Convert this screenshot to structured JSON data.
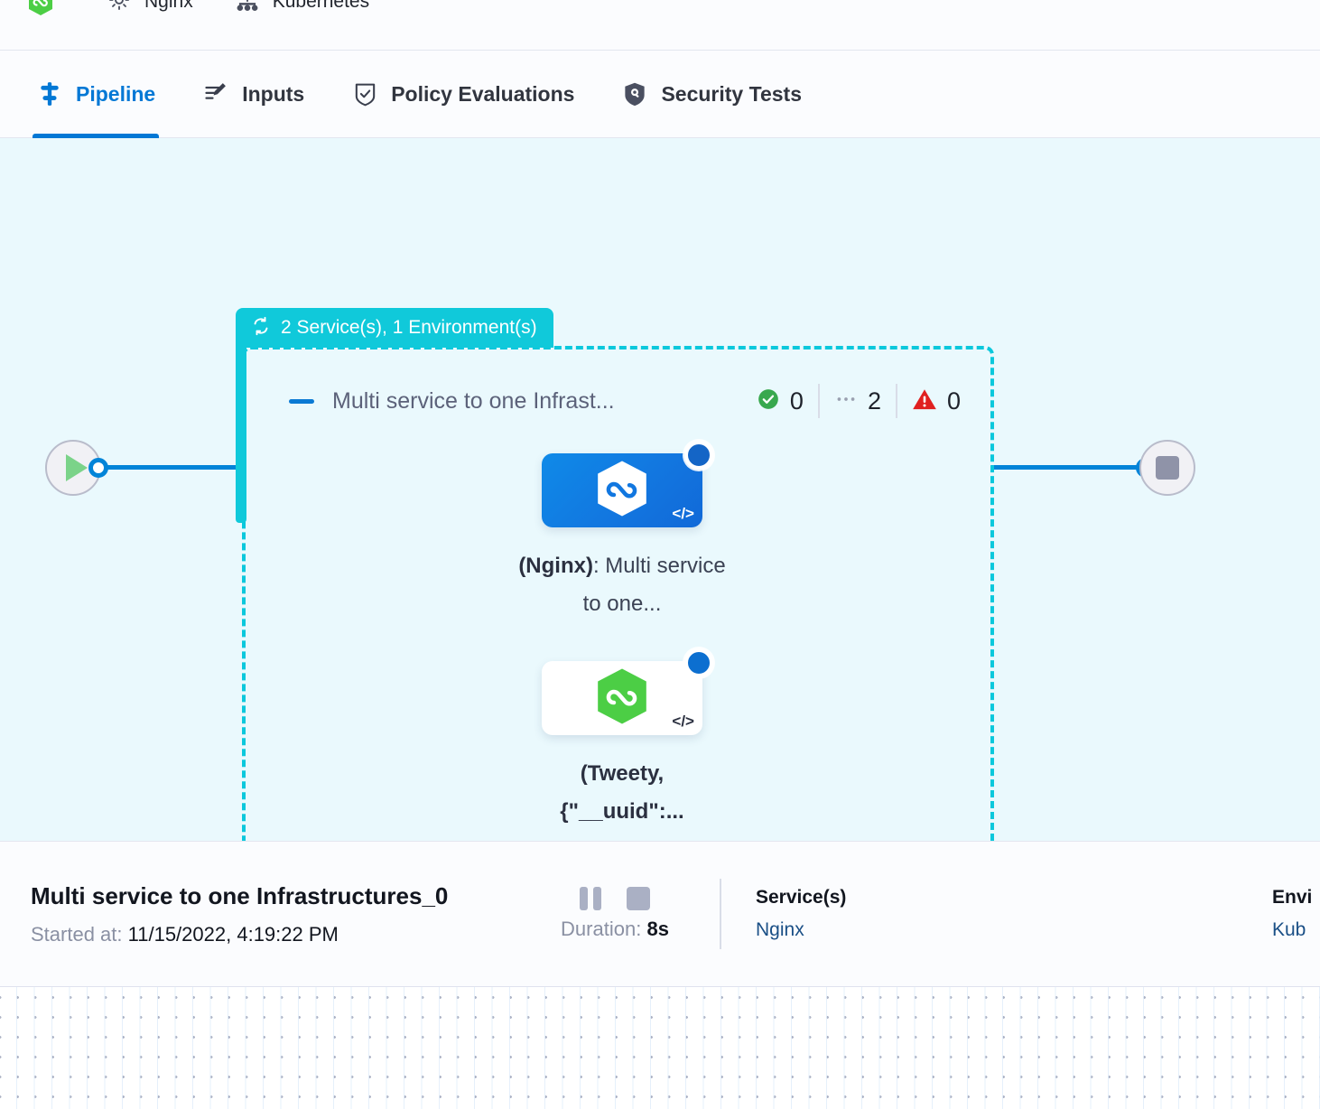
{
  "breadcrumb": {
    "items": [
      {
        "label": "",
        "icon": "harness-hexagon-logo"
      },
      {
        "label": "Nginx",
        "icon": "gear-icon"
      },
      {
        "label": "Kubernetes",
        "icon": "kubernetes-icon"
      }
    ]
  },
  "tabs": [
    {
      "id": "pipeline",
      "label": "Pipeline",
      "icon": "pipeline-icon",
      "active": true
    },
    {
      "id": "inputs",
      "label": "Inputs",
      "icon": "inputs-icon",
      "active": false
    },
    {
      "id": "policy-evaluations",
      "label": "Policy Evaluations",
      "icon": "policy-shield-check-icon",
      "active": false
    },
    {
      "id": "security-tests",
      "label": "Security Tests",
      "icon": "security-shield-icon",
      "active": false
    }
  ],
  "canvas": {
    "group_badge": {
      "label": "2 Service(s), 1 Environment(s)",
      "icon": "loop-repeat-icon",
      "color": "#10c9da"
    },
    "stage": {
      "collapse_icon": "collapse-dash-icon",
      "title": "Multi service to one Infrast...",
      "stats": [
        {
          "id": "success",
          "icon": "check-circle-icon",
          "value": "0",
          "color": "#38a84e"
        },
        {
          "id": "running",
          "icon": "dots-icon",
          "value": "2",
          "color": "#9aa0b0"
        },
        {
          "id": "failed",
          "icon": "warning-triangle-icon",
          "value": "0",
          "color": "#e02020"
        }
      ]
    },
    "nodes": [
      {
        "id": "nginx-node",
        "icon": "harness-hexagon-white-icon",
        "code_icon": "code-brackets-icon",
        "status_icon": "running-spinner-icon",
        "label_bold": "(Nginx)",
        "label_rest": ": Multi service to one...",
        "style": "blue"
      },
      {
        "id": "tweety-node",
        "icon": "harness-hexagon-green-icon",
        "code_icon": "code-brackets-icon",
        "status_icon": "running-spinner-icon",
        "label_bold": "(Tweety, {\"__uuid\":...",
        "label_rest": "",
        "style": "white"
      }
    ],
    "start_node": {
      "icon": "play-icon"
    },
    "end_node": {
      "icon": "stop-icon"
    }
  },
  "info": {
    "title": "Multi service to one Infrastructures_0",
    "started_label": "Started at:",
    "started_value": "11/15/2022, 4:19:22 PM",
    "pause_icon": "pause-icon",
    "stop_icon": "stop-icon",
    "duration_label": "Duration:",
    "duration_value": "8s",
    "services": {
      "heading": "Service(s)",
      "value": "Nginx"
    },
    "environments": {
      "heading": "Envi",
      "value": "Kub"
    }
  }
}
